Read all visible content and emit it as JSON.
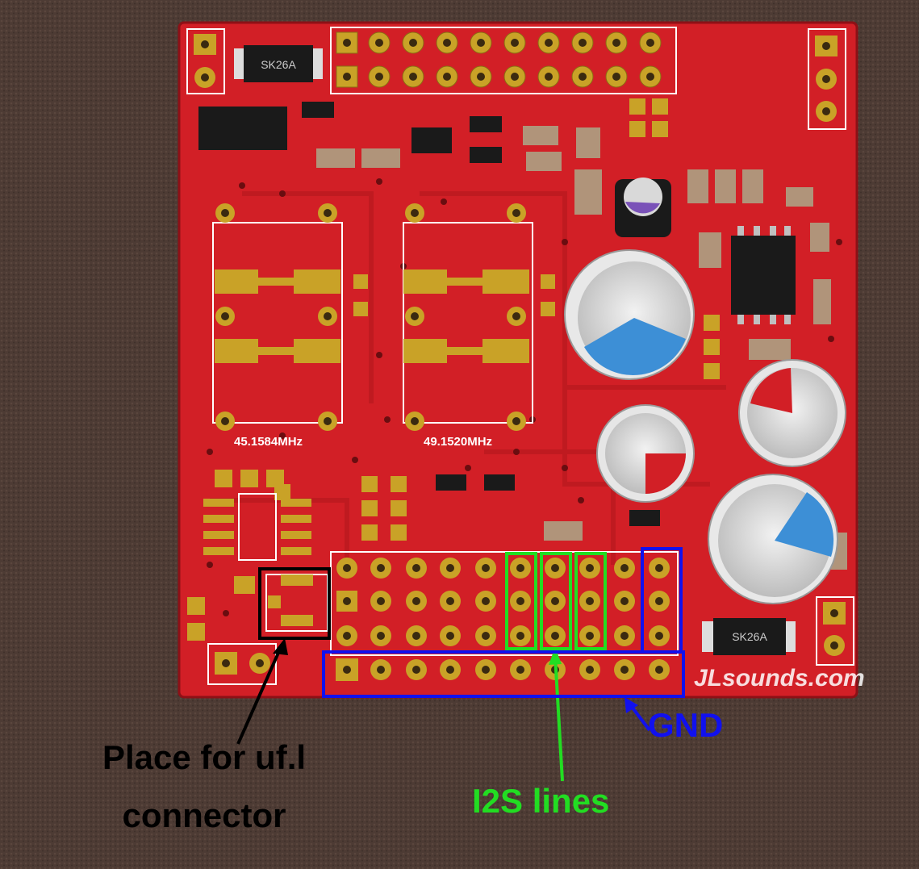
{
  "annotations": {
    "ufl_line1": "Place for uf.l",
    "ufl_line2": "connector",
    "i2s": "I2S lines",
    "gnd": "GND"
  },
  "board": {
    "url": "JLsounds.com",
    "oscillator_1": "45.1584MHz",
    "oscillator_2": "49.1520MHz",
    "diode_marking": "SK26A"
  },
  "colors": {
    "i2s": "#22dd22",
    "gnd": "#1111ee",
    "ufl": "#000000",
    "pcb": "#d42027"
  }
}
